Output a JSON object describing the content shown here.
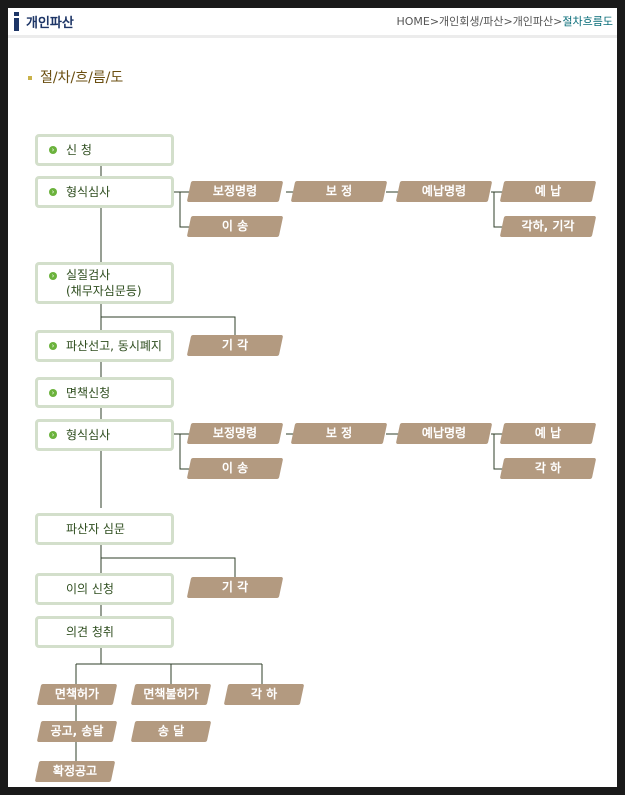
{
  "header": {
    "section_title": "개인파산",
    "breadcrumb": [
      "HOME",
      "개인회생/파산",
      "개인파산"
    ],
    "breadcrumb_current": "절차흐름도",
    "separator": ">"
  },
  "page_title": "절/차/흐/름/도",
  "flow": {
    "boxes": [
      "신 청",
      "형식심사",
      "실질검사",
      "(채무자심문등)",
      "파산선고, 동시폐지",
      "면책신청",
      "형식심사",
      "파산자 심문",
      "이의 신청",
      "의견 청취"
    ],
    "tags1": [
      "보정명령",
      "보 정",
      "예납명령",
      "예 납",
      "이 송",
      "각하, 기각"
    ],
    "reject1": "기 각",
    "tags2": [
      "보정명령",
      "보 정",
      "예납명령",
      "예 납",
      "이 송",
      "각 하"
    ],
    "reject2": "기 각",
    "outcomes": [
      "면책허가",
      "면책불허가",
      "각 하",
      "공고, 송달",
      "송 달",
      "확정공고"
    ]
  },
  "colors": {
    "box_border": "#d3dfcb",
    "tag": "#b39a80",
    "text": "#2e4d1e",
    "line": "#2f3f2a"
  }
}
